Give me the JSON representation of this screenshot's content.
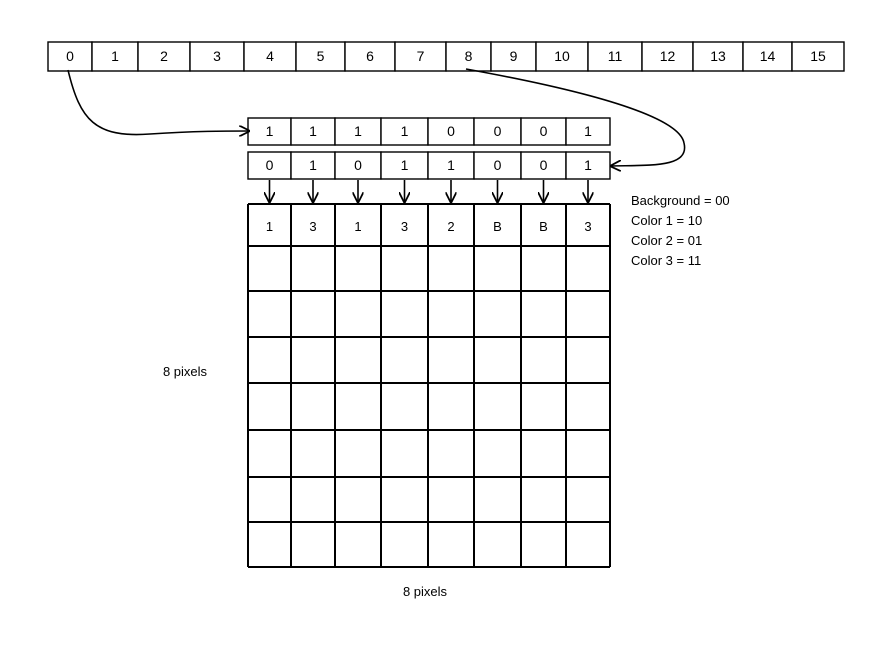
{
  "byte_indices": [
    "0",
    "1",
    "2",
    "3",
    "4",
    "5",
    "6",
    "7",
    "8",
    "9",
    "10",
    "11",
    "12",
    "13",
    "14",
    "15"
  ],
  "plane_row_1": [
    "1",
    "1",
    "1",
    "1",
    "0",
    "0",
    "0",
    "1"
  ],
  "plane_row_2": [
    "0",
    "1",
    "0",
    "1",
    "1",
    "0",
    "0",
    "1"
  ],
  "pixel_row": [
    "1",
    "3",
    "1",
    "3",
    "2",
    "B",
    "B",
    "3"
  ],
  "legend": [
    "Background = 00",
    "Color 1 = 10",
    "Color 2 = 01",
    "Color 3 = 11"
  ],
  "height_label": "8 pixels",
  "width_label": "8 pixels",
  "grid": {
    "columns": 8,
    "rows": 8
  }
}
